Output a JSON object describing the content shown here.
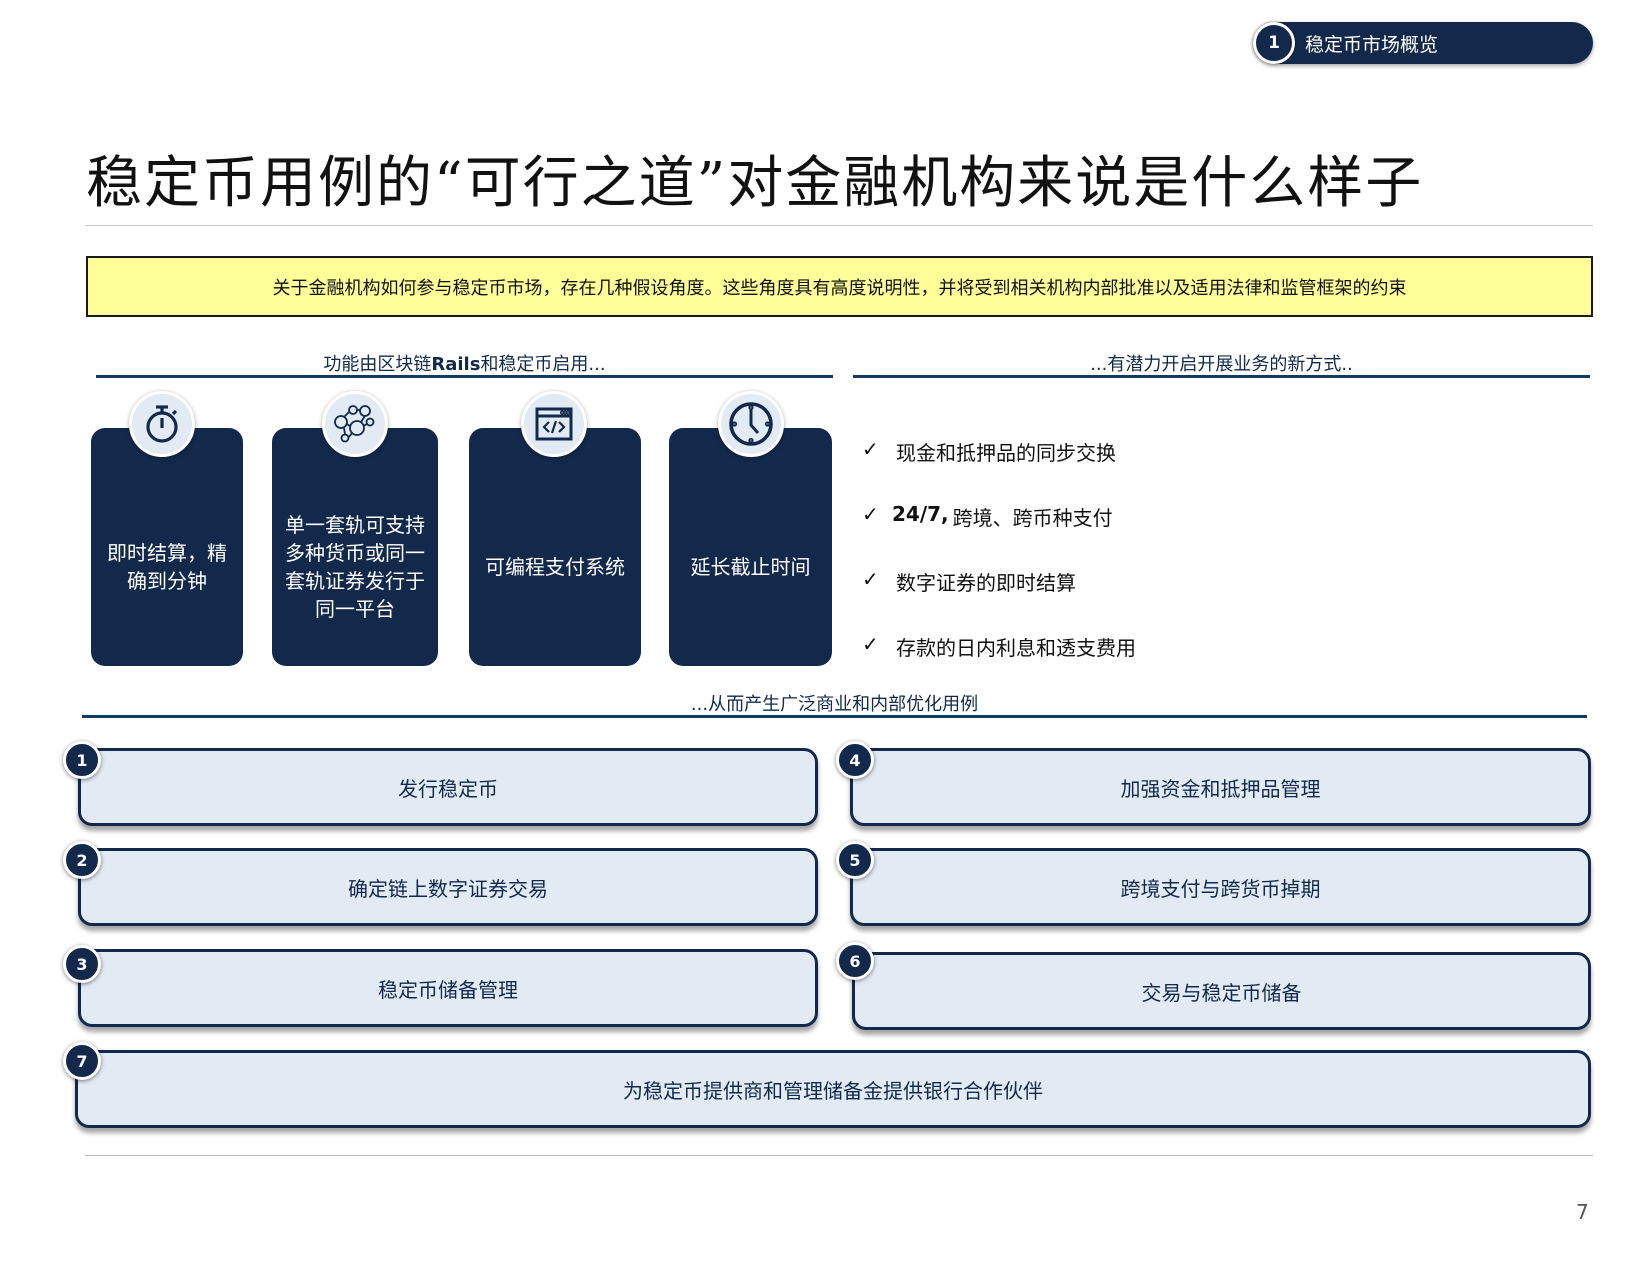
{
  "header": {
    "section_number": "1",
    "section_label": "稳定币市场概览"
  },
  "title": "稳定币用例的“可行之道”对金融机构来说是什么样子",
  "notice": "关于金融机构如何参与稳定币市场，存在几种假设角度。这些角度具有高度说明性，并将受到相关机构内部批准以及适用法律和监管框架的约束",
  "left_section": {
    "heading_pre": "功能由区块链",
    "heading_bold": "Rails",
    "heading_post": "和稳定币启用...",
    "cards": [
      {
        "icon": "stopwatch-icon",
        "label": "即时结算，精确到分钟"
      },
      {
        "icon": "network-icon",
        "label": "单一套轨可支持多种货币或同一套轨证券发行于同一平台"
      },
      {
        "icon": "code-window-icon",
        "label": "可编程支付系统"
      },
      {
        "icon": "clock-icon",
        "label": "延长截止时间"
      }
    ]
  },
  "right_section": {
    "heading": "...有潜力开启开展业务的新方式..",
    "check_mark": "✓",
    "items": [
      {
        "bold": "",
        "text": "现金和抵押品的同步交换"
      },
      {
        "bold": "24/7,",
        "text": "跨境、跨币种支付"
      },
      {
        "bold": "",
        "text": "数字证券的即时结算"
      },
      {
        "bold": "",
        "text": "存款的日内利息和透支费用"
      }
    ]
  },
  "usecases": {
    "heading": "...从而产生广泛商业和内部优化用例",
    "items": [
      {
        "number": "1",
        "label": "发行稳定币"
      },
      {
        "number": "2",
        "label": "确定链上数字证券交易"
      },
      {
        "number": "3",
        "label": "稳定币储备管理"
      },
      {
        "number": "4",
        "label": "加强资金和抵押品管理"
      },
      {
        "number": "5",
        "label": "跨境支付与跨货币掉期"
      },
      {
        "number": "6",
        "label": "交易与稳定币储备"
      },
      {
        "number": "7",
        "label": "为稳定币提供商和管理储备金提供银行合作伙伴"
      }
    ]
  },
  "page_number": "7",
  "colors": {
    "navy": "#13294b",
    "rule_blue": "#123a63",
    "light_blue": "#e2eaf4",
    "notice_yellow": "#ffff99"
  }
}
